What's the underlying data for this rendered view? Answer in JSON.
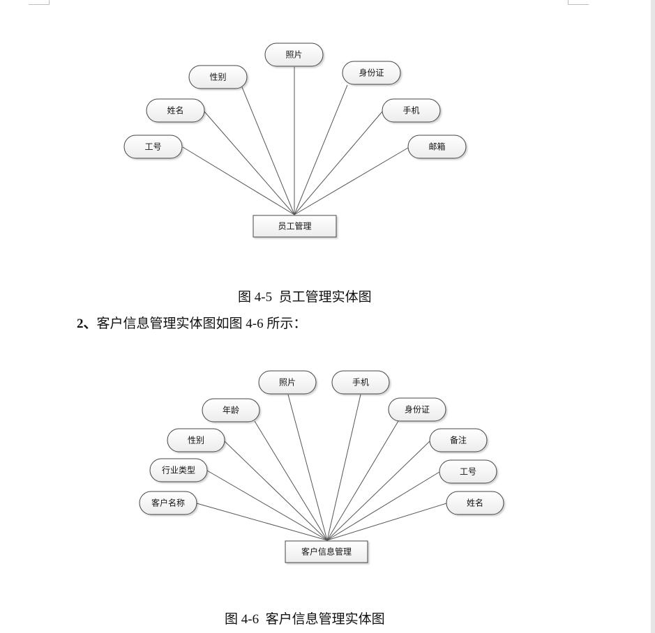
{
  "figure1": {
    "entity": "员工管理",
    "attributes": [
      "工号",
      "姓名",
      "性别",
      "照片",
      "身份证",
      "手机",
      "邮箱"
    ],
    "caption": "图 4-5  员工管理实体图"
  },
  "paragraph": {
    "number": "2、",
    "text": "客户信息管理实体图如图 4-6 所示："
  },
  "figure2": {
    "entity": "客户信息管理",
    "attributes": [
      "客户名称",
      "行业类型",
      "性别",
      "年龄",
      "照片",
      "手机",
      "身份证",
      "备注",
      "工号",
      "姓名"
    ],
    "caption": "图 4-6  客户信息管理实体图"
  }
}
